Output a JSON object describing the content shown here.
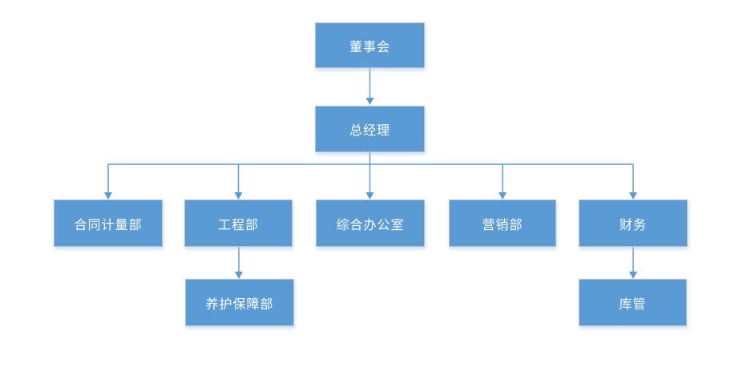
{
  "diagram": {
    "type": "org-chart",
    "background": "#ffffff",
    "colors": {
      "node_fill": "#5b9bd5",
      "node_border": "#c0c0c0",
      "node_text": "#ffffff",
      "connector": "#5b9bd5"
    },
    "nodes": {
      "board": {
        "label": "董事会",
        "level": 1
      },
      "gm": {
        "label": "总经理",
        "level": 2
      },
      "contract": {
        "label": "合同计量部",
        "level": 3
      },
      "engineering": {
        "label": "工程部",
        "level": 3
      },
      "office": {
        "label": "综合办公室",
        "level": 3
      },
      "marketing": {
        "label": "营销部",
        "level": 3
      },
      "finance": {
        "label": "财务",
        "level": 3
      },
      "maintenance": {
        "label": "养护保障部",
        "level": 4
      },
      "warehouse": {
        "label": "库管",
        "level": 4
      }
    },
    "edges": [
      {
        "from": "board",
        "to": "gm"
      },
      {
        "from": "gm",
        "to": "contract"
      },
      {
        "from": "gm",
        "to": "engineering"
      },
      {
        "from": "gm",
        "to": "office"
      },
      {
        "from": "gm",
        "to": "marketing"
      },
      {
        "from": "gm",
        "to": "finance"
      },
      {
        "from": "engineering",
        "to": "maintenance"
      },
      {
        "from": "finance",
        "to": "warehouse"
      }
    ]
  }
}
